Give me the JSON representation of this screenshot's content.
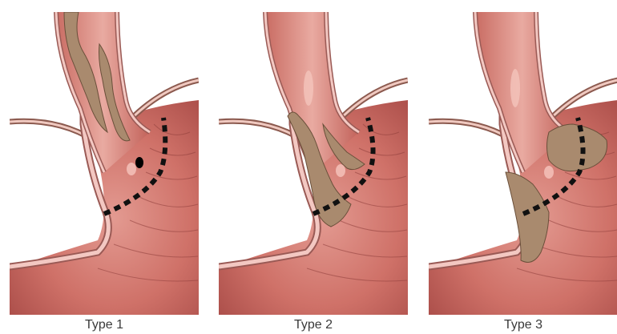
{
  "panels": [
    {
      "id": "type-1",
      "label": "Type 1"
    },
    {
      "id": "type-2",
      "label": "Type 2"
    },
    {
      "id": "type-3",
      "label": "Type 3"
    }
  ],
  "colors": {
    "tissue_light": "#e8a59c",
    "tissue_mid": "#c9675f",
    "tissue_dark": "#8d3c3a",
    "wall_pink": "#f3c8c2",
    "wall_outline": "#9a5a55",
    "brown_mucosa": "#a98a6e",
    "brown_outline": "#6a4f3a",
    "junction_line": "#111111",
    "caption_text": "#3a3a3a"
  }
}
